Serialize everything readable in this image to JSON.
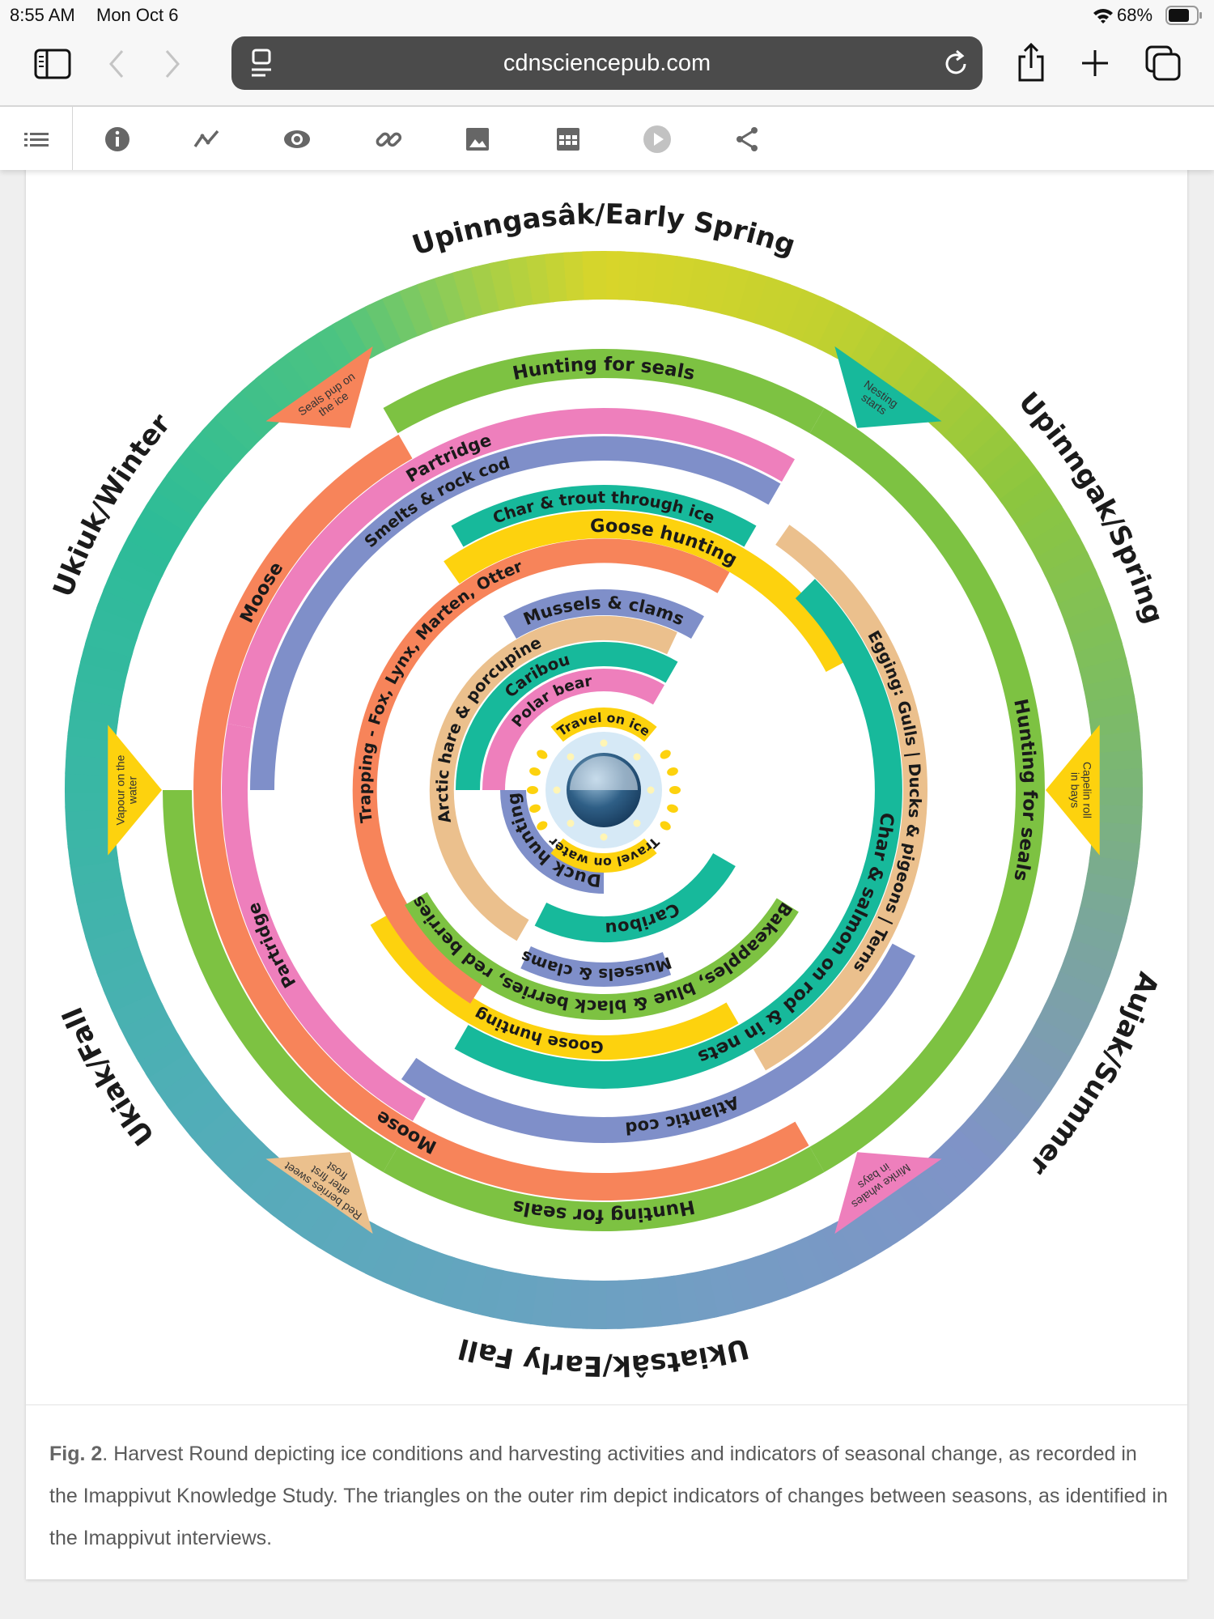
{
  "status_bar": {
    "time": "8:55 AM",
    "date": "Mon Oct 6",
    "battery": "68%"
  },
  "browser": {
    "url": "cdnsciencepub.com"
  },
  "toolbar": {
    "icons": [
      "list-icon",
      "info-icon",
      "metrics-icon",
      "view-icon",
      "link-icon",
      "image-icon",
      "table-icon",
      "play-icon",
      "share-icon"
    ]
  },
  "colors": {
    "green": "#7dc242",
    "orange": "#f7845a",
    "pink": "#ee7fbc",
    "blue": "#7f8fc9",
    "teal": "#17b99b",
    "yellow": "#fdd20e",
    "tan": "#ebc08d"
  },
  "figure": {
    "seasons": [
      "Upinngasâk/Early Spring",
      "Upinngak/Spring",
      "Aujak/Summer",
      "Ukiatsâk/Early Fall",
      "Ukiak/Fall",
      "Ukiuk/Winter"
    ],
    "indicators": [
      {
        "lines": [
          "Seals pup on",
          "the ice"
        ],
        "color": "orange"
      },
      {
        "lines": [
          "Nesting",
          "starts"
        ],
        "color": "teal"
      },
      {
        "lines": [
          "Capelin roll",
          "in bays"
        ],
        "color": "yellow"
      },
      {
        "lines": [
          "Minke whales",
          "in bays"
        ],
        "color": "pink"
      },
      {
        "lines": [
          "Red berries sweet",
          "after first",
          "frost"
        ],
        "color": "tan"
      },
      {
        "lines": [
          "Vapour on the",
          "water"
        ],
        "color": "yellow"
      }
    ],
    "activities": [
      {
        "label": "Hunting for seals",
        "color": "green"
      },
      {
        "label": "Hunting for seals",
        "color": "green"
      },
      {
        "label": "Hunting for seals",
        "color": "green"
      },
      {
        "label": "Moose",
        "color": "orange"
      },
      {
        "label": "Moose",
        "color": "orange"
      },
      {
        "label": "Partridge",
        "color": "pink"
      },
      {
        "label": "Partridge",
        "color": "pink"
      },
      {
        "label": "Smelts & rock cod",
        "color": "blue"
      },
      {
        "label": "Atlantic cod",
        "color": "blue"
      },
      {
        "label": "Char & trout through ice",
        "color": "teal"
      },
      {
        "label": "Goose hunting",
        "color": "yellow"
      },
      {
        "label": "Egging: Gulls  |  Ducks & pigeons  |  Terns",
        "color": "tan"
      },
      {
        "label": "Char & salmon on rod & in nets",
        "color": "teal"
      },
      {
        "label": "Goose hunting",
        "color": "yellow"
      },
      {
        "label": "Trapping - Fox, Lynx, Marten, Otter",
        "color": "orange"
      },
      {
        "label": "Bakeapples, blue & black berries, red berries",
        "color": "green"
      },
      {
        "label": "Mussels & clams",
        "color": "blue"
      },
      {
        "label": "Arctic hare & porcupine",
        "color": "tan"
      },
      {
        "label": "Caribou",
        "color": "teal"
      },
      {
        "label": "Polar bear",
        "color": "pink"
      },
      {
        "label": "Mussels & clams",
        "color": "blue"
      },
      {
        "label": "Caribou",
        "color": "teal"
      },
      {
        "label": "Duck hunting",
        "color": "blue"
      },
      {
        "label": "Travel on ice",
        "color": "yellow"
      },
      {
        "label": "Travel on water",
        "color": "yellow"
      }
    ]
  },
  "caption": {
    "fig_label": "Fig. 2",
    "text": ". Harvest Round depicting ice conditions and harvesting activities and indicators of seasonal change, as recorded in the Imappivut Knowledge Study. The triangles on the outer rim depict indicators of changes between seasons, as identified in the Imappivut interviews."
  }
}
